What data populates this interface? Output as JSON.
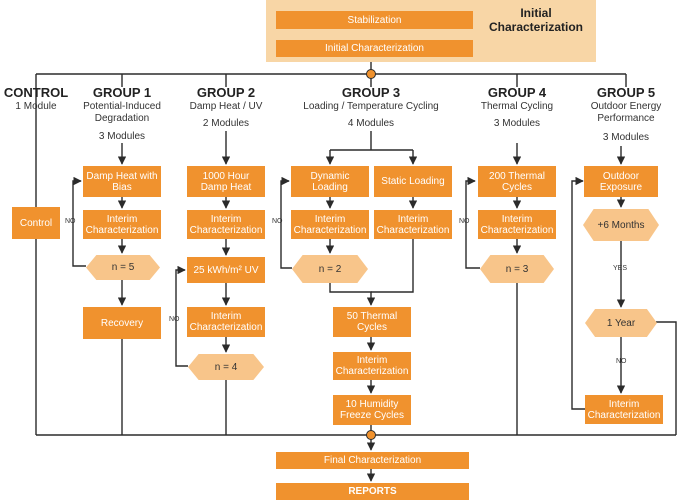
{
  "top": {
    "title": "Initial\nCharacterization",
    "stabilization": "Stabilization",
    "initial_characterization": "Initial Characterization"
  },
  "groups": [
    {
      "title": "CONTROL",
      "subtitle": "1 Module",
      "modules": ""
    },
    {
      "title": "GROUP 1",
      "subtitle": "Potential-Induced Degradation",
      "modules": "3 Modules"
    },
    {
      "title": "GROUP 2",
      "subtitle": "Damp Heat / UV",
      "modules": "2 Modules"
    },
    {
      "title": "GROUP 3",
      "subtitle": "Loading / Temperature Cycling",
      "modules": "4 Modules"
    },
    {
      "title": "GROUP 4",
      "subtitle": "Thermal Cycling",
      "modules": "3 Modules"
    },
    {
      "title": "GROUP 5",
      "subtitle": "Outdoor Energy Performance",
      "modules": "3 Modules"
    }
  ],
  "control": {
    "box": "Control"
  },
  "g1": {
    "step1": "Damp Heat with Bias",
    "interim": "Interim Characterization",
    "loop": "n = 5",
    "recovery": "Recovery",
    "no": "NO"
  },
  "g2": {
    "step1": "1000 Hour Damp Heat",
    "interim1": "Interim Characterization",
    "uv": "25 kWh/m² UV",
    "interim2": "Interim Characterization",
    "loop": "n = 4",
    "no": "NO"
  },
  "g3": {
    "dynamic": "Dynamic Loading",
    "static": "Static Loading",
    "interim_a": "Interim Characterization",
    "interim_b": "Interim Characterization",
    "loop": "n = 2",
    "thermal": "50 Thermal Cycles",
    "interim_c": "Interim Characterization",
    "humidity": "10 Humidity Freeze Cycles",
    "no": "NO"
  },
  "g4": {
    "step1": "200 Thermal Cycles",
    "interim": "Interim Characterization",
    "loop": "n = 3",
    "no": "NO"
  },
  "g5": {
    "exposure": "Outdoor Exposure",
    "months": "+6 Months",
    "yes": "YES",
    "year": "1 Year",
    "no": "NO",
    "interim": "Interim Characterization"
  },
  "bottom": {
    "final": "Final Characterization",
    "reports": "REPORTS"
  },
  "colors": {
    "box": "#f0922e",
    "panel": "#f8d6a6",
    "hex": "#f8c58a",
    "line": "#2b2b2b",
    "node": "#f0922e"
  }
}
